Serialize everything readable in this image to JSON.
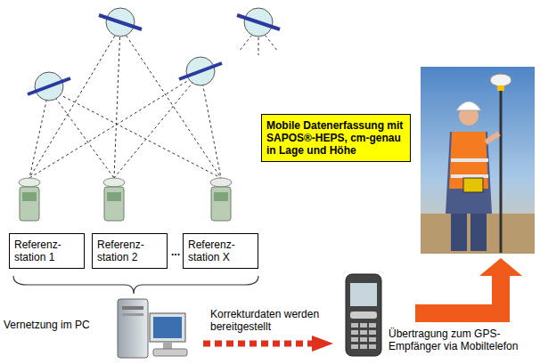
{
  "diagram": {
    "nodes": [
      {
        "text": [
          "Referenz-station 1"
        ]
      },
      {
        "text": [
          "Referenz-station 2"
        ]
      },
      {
        "text": [
          "Referenz-station X"
        ]
      },
      {
        "text": [
          "Mobile Datenerfassung mit SAPOS®-HEPS, cm-genau in Lage und Höhe"
        ]
      }
    ],
    "labels": [
      "...",
      "Vernetzung im PC",
      "Korrekturdaten werden bereitgestellt",
      "Übertragung zum GPS-Empfänger via Mobiltelefon"
    ]
  }
}
